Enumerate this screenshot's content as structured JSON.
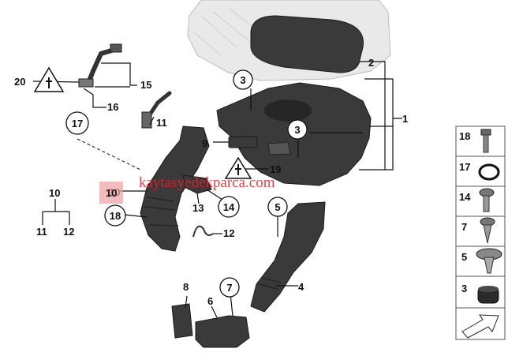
{
  "watermark": "kaytasyedekparca.com",
  "labels": {
    "l1": "1",
    "l2": "2",
    "l4": "4",
    "l6": "6",
    "l8": "8",
    "l9": "9",
    "l10a": "10",
    "l10b": "10",
    "l11a": "11",
    "l11b": "11",
    "l12a": "12",
    "l12b": "12",
    "l13": "13",
    "l15": "15",
    "l16": "16",
    "l19": "19",
    "l20": "20"
  },
  "callouts": {
    "c3a": "3",
    "c3b": "3",
    "c5": "5",
    "c7": "7",
    "c14": "14",
    "c17": "17",
    "c18": "18"
  },
  "legend": {
    "items": [
      "18",
      "17",
      "14",
      "7",
      "5",
      "3"
    ]
  }
}
